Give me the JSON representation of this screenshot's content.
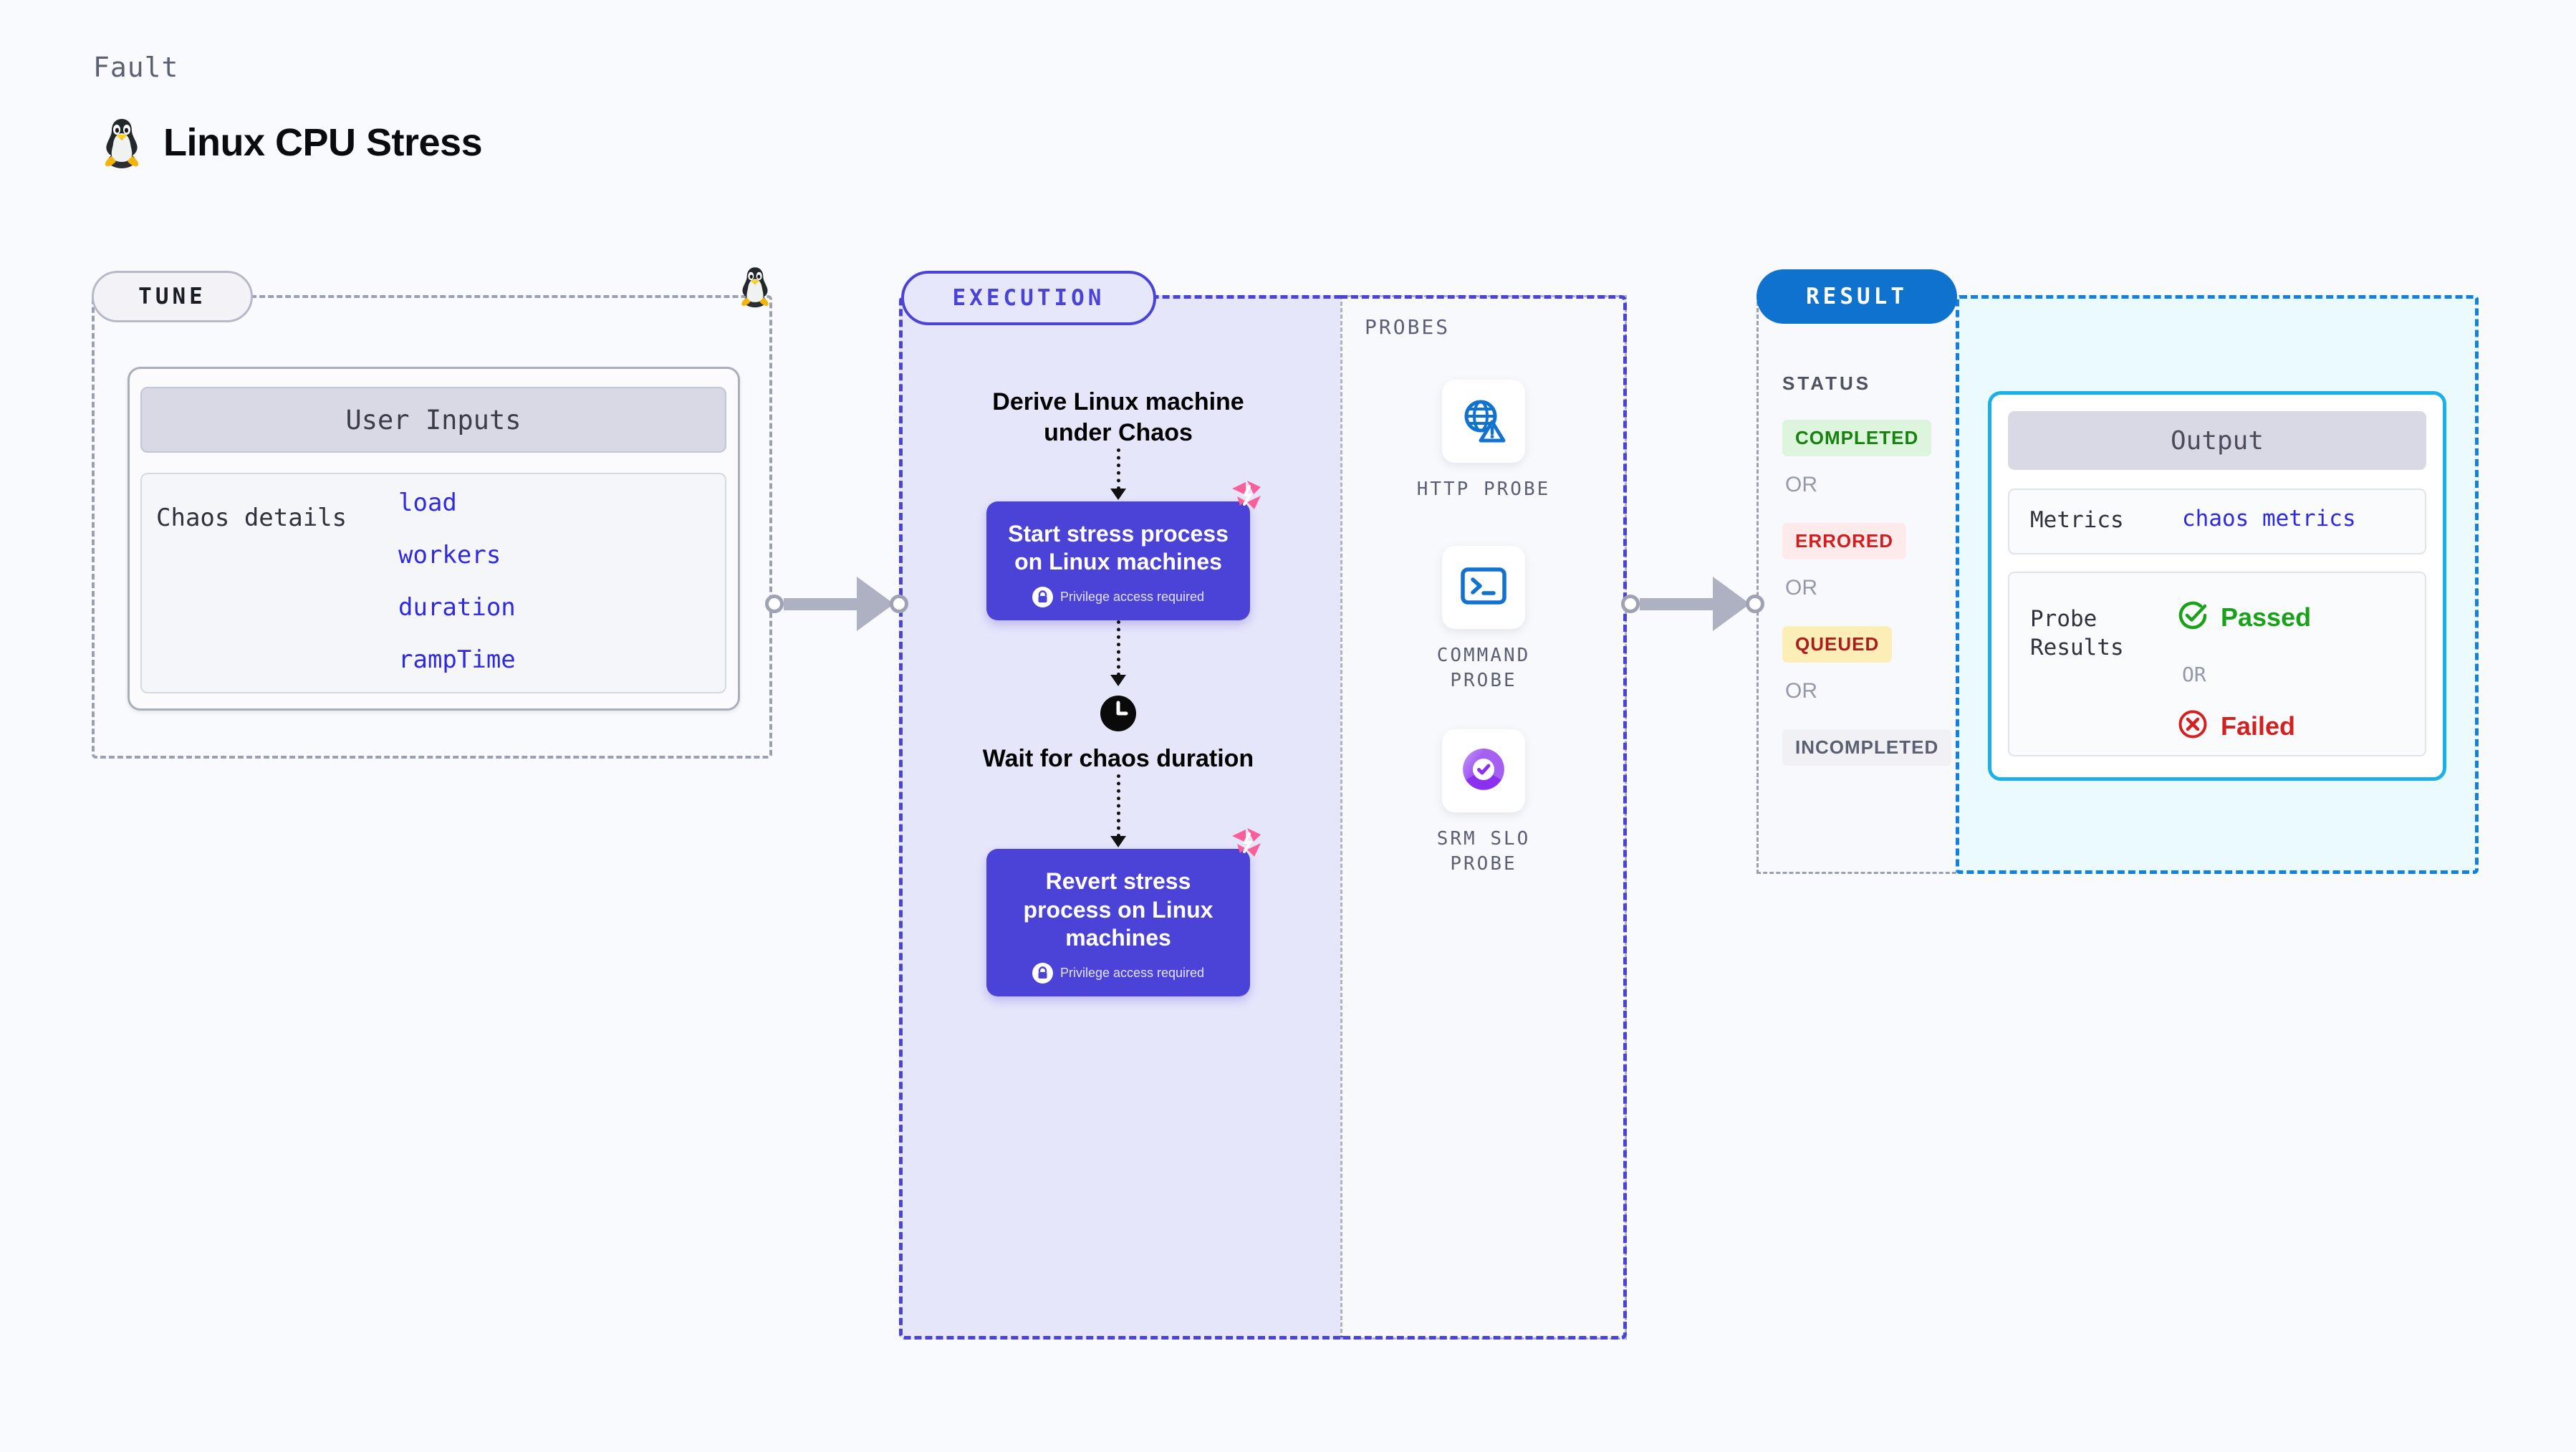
{
  "header": {
    "kicker": "Fault",
    "title": "Linux CPU Stress",
    "icon": "tux-penguin-icon"
  },
  "tune": {
    "pill_label": "TUNE",
    "card_header": "User Inputs",
    "details_label": "Chaos details",
    "params": [
      "load",
      "workers",
      "duration",
      "rampTime"
    ],
    "border_icon": "tux-penguin-icon"
  },
  "execution": {
    "pill_label": "EXECUTION",
    "steps": [
      {
        "kind": "text",
        "label": "Derive Linux machine under Chaos"
      },
      {
        "kind": "node",
        "label": "Start stress process on Linux machines",
        "note": "Privilege access required",
        "icon": "lock-icon",
        "corner_icon": "chaos-mark-icon"
      },
      {
        "kind": "icon-text",
        "label": "Wait for chaos duration",
        "icon": "clock-icon"
      },
      {
        "kind": "node",
        "label": "Revert stress process on Linux machines",
        "note": "Privilege access required",
        "icon": "lock-icon",
        "corner_icon": "chaos-mark-icon"
      }
    ]
  },
  "probes": {
    "title": "PROBES",
    "items": [
      {
        "label": "HTTP PROBE",
        "icon": "globe-warning-icon"
      },
      {
        "label": "COMMAND PROBE",
        "icon": "terminal-icon"
      },
      {
        "label": "SRM SLO PROBE",
        "icon": "slo-donut-check-icon"
      }
    ]
  },
  "result": {
    "pill_label": "RESULT",
    "status_title": "STATUS",
    "or_label": "OR",
    "statuses": [
      {
        "label": "COMPLETED",
        "bg": "#ddf5dd",
        "color": "#17820f"
      },
      {
        "label": "ERRORED",
        "bg": "#fdeaea",
        "color": "#cf1f1f"
      },
      {
        "label": "QUEUED",
        "bg": "#fdeeb8",
        "color": "#ad1c1c"
      },
      {
        "label": "INCOMPLETED",
        "bg": "#f0f0f5",
        "color": "#5b6070"
      }
    ]
  },
  "output": {
    "header": "Output",
    "metrics_label": "Metrics",
    "metrics_value": "chaos metrics",
    "probe_results_label": "Probe Results",
    "passed_label": "Passed",
    "failed_label": "Failed",
    "or_label": "OR",
    "passed_icon": "check-circle-icon",
    "failed_icon": "x-circle-icon"
  },
  "colors": {
    "background": "#f9fafe",
    "accent_purple": "#4b42d8",
    "accent_blue": "#0f72ce",
    "accent_cyan": "#1cb0e8",
    "chaos_pink": "#fb5f9b",
    "mono_blue": "#2f2ae0"
  }
}
